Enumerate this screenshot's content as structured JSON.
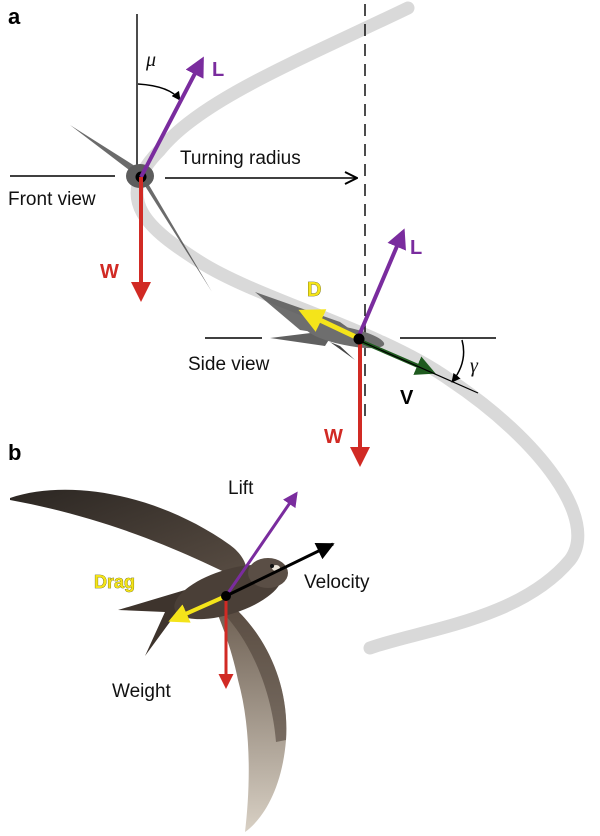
{
  "panel_a": {
    "label": "a",
    "mu": "μ",
    "gamma": "γ",
    "turning_radius": "Turning radius",
    "front_view": "Front view",
    "side_view": "Side view",
    "lift": "L",
    "weight": "W",
    "drag": "D",
    "velocity": "V"
  },
  "panel_b": {
    "label": "b",
    "lift": "Lift",
    "drag": "Drag",
    "velocity": "Velocity",
    "weight": "Weight"
  },
  "colors": {
    "lift": "#7a2c9e",
    "weight": "#d12a24",
    "drag": "#f4e41a",
    "velocity": "#000000",
    "flight_path": "#d9d9d9",
    "dashed_line": "#000000"
  }
}
